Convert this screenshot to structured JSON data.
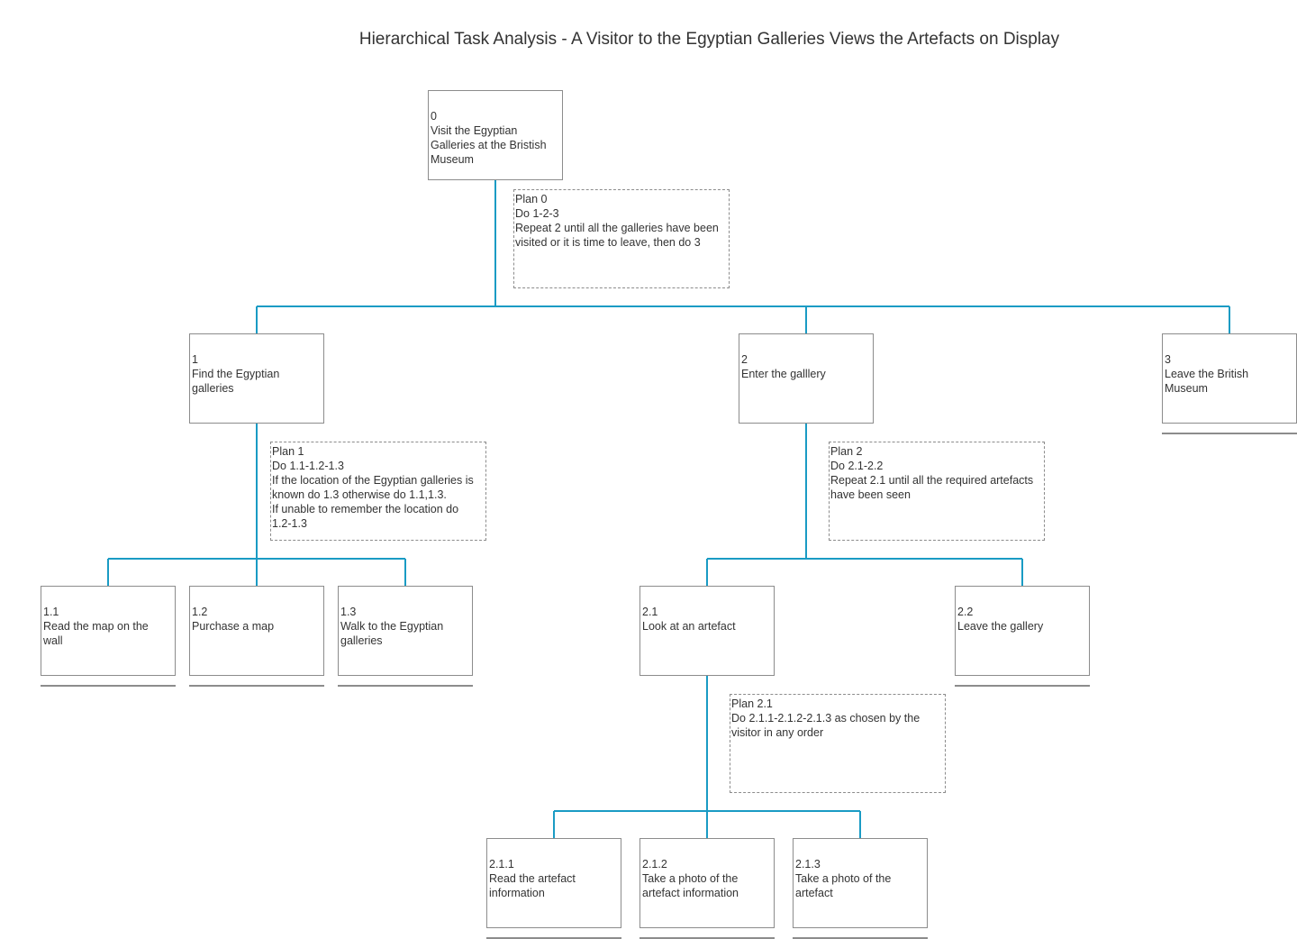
{
  "title": "Hierarchical Task Analysis - A Visitor to the Egyptian Galleries Views the Artefacts on Display",
  "colors": {
    "connector": "#1a9bc4",
    "border": "#8c8c8c",
    "text": "#333333"
  },
  "tasks": [
    {
      "id": "0",
      "label_lines": [
        "Visit the Egyptian",
        "Galleries at the Bristish",
        "Museum"
      ],
      "terminal": false
    },
    {
      "id": "1",
      "label_lines": [
        "Find the Egyptian",
        "galleries"
      ],
      "terminal": false
    },
    {
      "id": "2",
      "label_lines": [
        "Enter the galllery"
      ],
      "terminal": false
    },
    {
      "id": "3",
      "label_lines": [
        "Leave the British",
        "Museum"
      ],
      "terminal": true
    },
    {
      "id": "1.1",
      "label_lines": [
        "Read the map on the",
        "wall"
      ],
      "terminal": true
    },
    {
      "id": "1.2",
      "label_lines": [
        "Purchase a map"
      ],
      "terminal": true
    },
    {
      "id": "1.3",
      "label_lines": [
        "Walk to the Egyptian",
        "galleries"
      ],
      "terminal": true
    },
    {
      "id": "2.1",
      "label_lines": [
        "Look at an artefact"
      ],
      "terminal": false
    },
    {
      "id": "2.2",
      "label_lines": [
        "Leave the gallery"
      ],
      "terminal": true
    },
    {
      "id": "2.1.1",
      "label_lines": [
        "Read the artefact",
        "information"
      ],
      "terminal": true
    },
    {
      "id": "2.1.2",
      "label_lines": [
        "Take a photo of the",
        "artefact information"
      ],
      "terminal": true
    },
    {
      "id": "2.1.3",
      "label_lines": [
        "Take a photo of the",
        "artefact"
      ],
      "terminal": true
    }
  ],
  "plans": [
    {
      "for": "0",
      "lines": [
        "Plan 0",
        "Do 1-2-3",
        "Repeat 2 until all the galleries have been",
        "visited or it is time to leave, then do 3"
      ]
    },
    {
      "for": "1",
      "lines": [
        "Plan 1",
        "Do 1.1-1.2-1.3",
        "If the location of the Egyptian galleries is",
        "known do 1.3 otherwise do 1.1,1.3.",
        "If unable to remember the location do",
        "1.2-1.3"
      ]
    },
    {
      "for": "2",
      "lines": [
        "Plan 2",
        "Do 2.1-2.2",
        "Repeat 2.1 until all the required artefacts",
        "have been seen"
      ]
    },
    {
      "for": "2.1",
      "lines": [
        "Plan 2.1",
        "Do 2.1.1-2.1.2-2.1.3 as chosen by the",
        "visitor in any order"
      ]
    }
  ],
  "hierarchy": [
    {
      "parent": "0",
      "children": [
        "1",
        "2",
        "3"
      ]
    },
    {
      "parent": "1",
      "children": [
        "1.1",
        "1.2",
        "1.3"
      ]
    },
    {
      "parent": "2",
      "children": [
        "2.1",
        "2.2"
      ]
    },
    {
      "parent": "2.1",
      "children": [
        "2.1.1",
        "2.1.2",
        "2.1.3"
      ]
    }
  ]
}
